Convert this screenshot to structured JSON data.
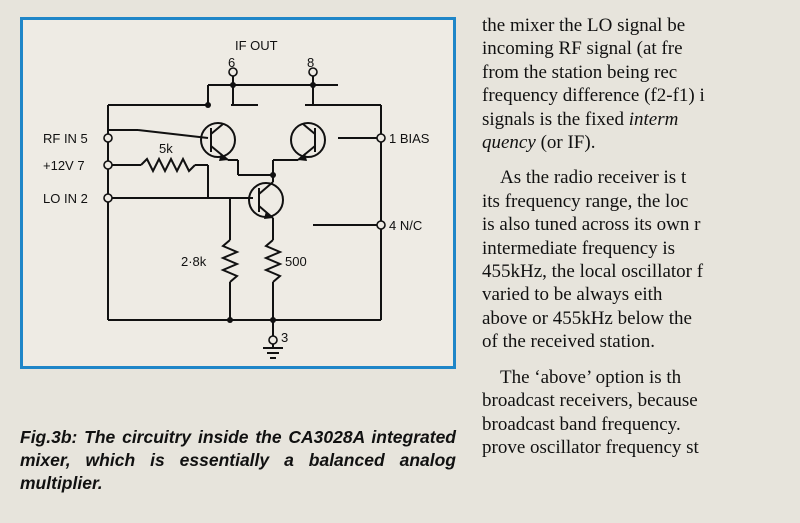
{
  "figure": {
    "labels": {
      "if_out": "IF OUT",
      "pin6": "6",
      "pin8": "8",
      "rf_in": "RF IN 5",
      "plus12v": "+12V 7",
      "lo_in": "LO IN 2",
      "bias": "1 BIAS",
      "nc": "4  N/C",
      "gnd": "3",
      "r5k": "5k",
      "r2k8": "2·8k",
      "r500": "500"
    }
  },
  "caption": "Fig.3b: The circuitry inside the CA3028A integrated mixer, which is essentially a balanced analog multiplier.",
  "body": {
    "para1_lines": [
      "the mixer the LO signal be",
      "incoming RF signal (at fre",
      "from the station being rec",
      "frequency difference (f2-f1) i"
    ],
    "para1_line5_prefix": "signals is the fixed ",
    "para1_line5_em": "interm",
    "para1_line6_em": "quency",
    "para1_line6_suffix": " (or IF).",
    "para2_lines": [
      "As the radio receiver is t",
      "its frequency range, the loc",
      "is also tuned across its own r",
      "intermediate frequency is",
      "455kHz, the local oscillator f",
      "varied to be always eith",
      "above or 455kHz below the",
      "of the received station."
    ],
    "para3_lines": [
      "The ‘above’ option is th",
      "broadcast receivers, because",
      "broadcast band frequency.",
      "prove oscillator frequency st"
    ]
  },
  "colors": {
    "frame": "#1f86c8",
    "paper": "#e7e4dc",
    "ink": "#111111"
  }
}
